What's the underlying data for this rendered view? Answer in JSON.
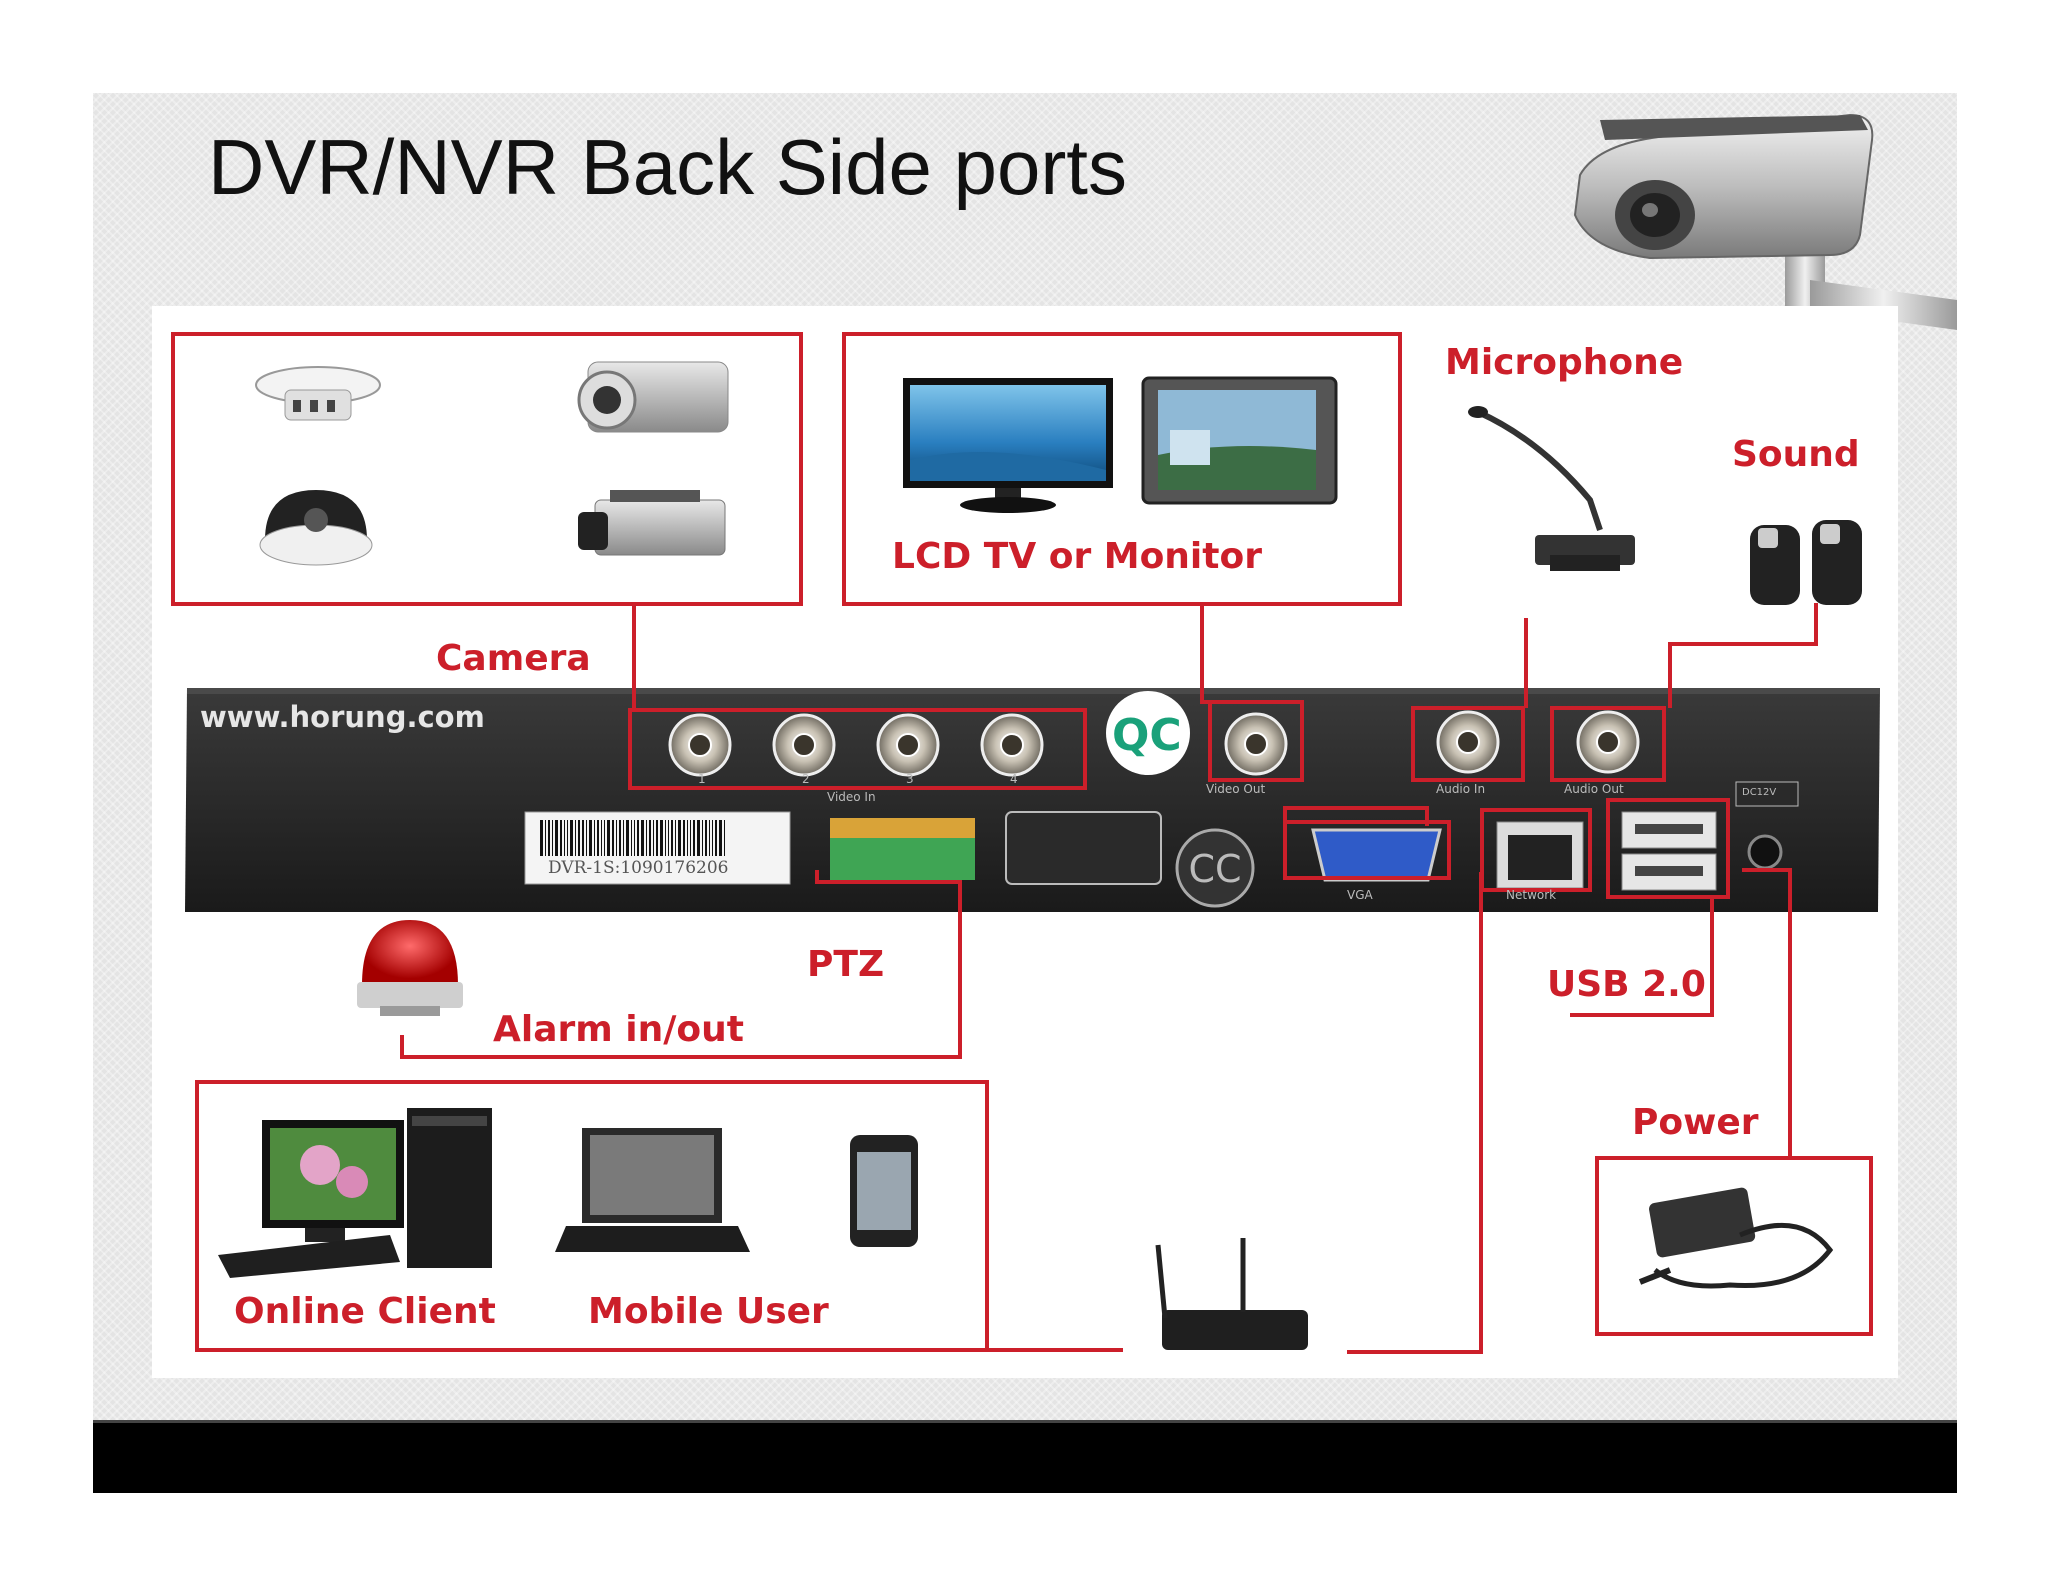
{
  "slide": {
    "title": "DVR/NVR Back Side ports"
  },
  "labels": {
    "camera": "Camera",
    "lcd_tv_monitor": "LCD  TV  or  Monitor",
    "microphone": "Microphone",
    "sound": "Sound",
    "ptz": "PTZ",
    "alarm": "Alarm in/out",
    "usb": "USB 2.0",
    "power": "Power",
    "online_client": "Online Client",
    "mobile_user": "Mobile User"
  },
  "device": {
    "website": "www.horung.com",
    "qc_badge": "QC",
    "serial": "DVR-1S:1090176206",
    "port_numbers": [
      "1",
      "2",
      "3",
      "4"
    ],
    "video_in": "Video In",
    "video_out": "Video Out",
    "audio_in": "Audio In",
    "audio_out": "Audio Out",
    "vga": "VGA",
    "network": "Network",
    "dc": "DC12V"
  },
  "colors": {
    "accent_red": "#cc1f2a",
    "device_body": "#2b2b2b",
    "footer": "#000000"
  }
}
